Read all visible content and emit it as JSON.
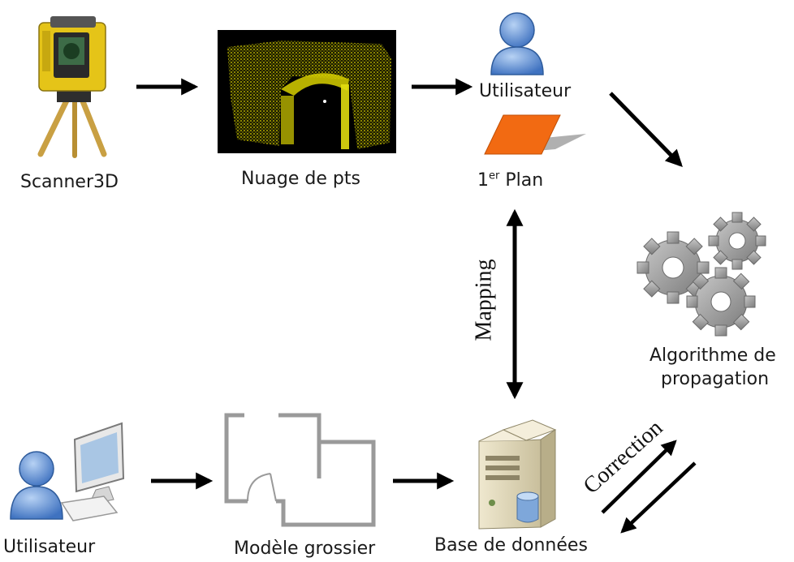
{
  "labels": {
    "scanner": "Scanner3D",
    "point_cloud": "Nuage de pts",
    "user_top": "Utilisateur",
    "plan_num": "1",
    "plan_sup": "er",
    "plan_word": "Plan",
    "mapping": "Mapping",
    "algo_line1": "Algorithme de",
    "algo_line2": "propagation",
    "user_bottom": "Utilisateur",
    "coarse_model": "Modèle grossier",
    "database": "Base de données",
    "correction": "Correction"
  },
  "icons": {
    "scanner": "3d-scanner-icon",
    "point_cloud": "point-cloud-image",
    "user": "user-icon",
    "plane": "plane-icon",
    "gears": "gears-icon",
    "computer_user": "computer-user-icon",
    "floor_plan": "floor-plan-icon",
    "server": "database-server-icon"
  },
  "colors": {
    "arrow": "#000000",
    "user_blue": "#5b8fd0",
    "plane_orange": "#f26a12",
    "gear_gray": "#9a9a9a",
    "cloud_yellow": "#d8d000"
  }
}
